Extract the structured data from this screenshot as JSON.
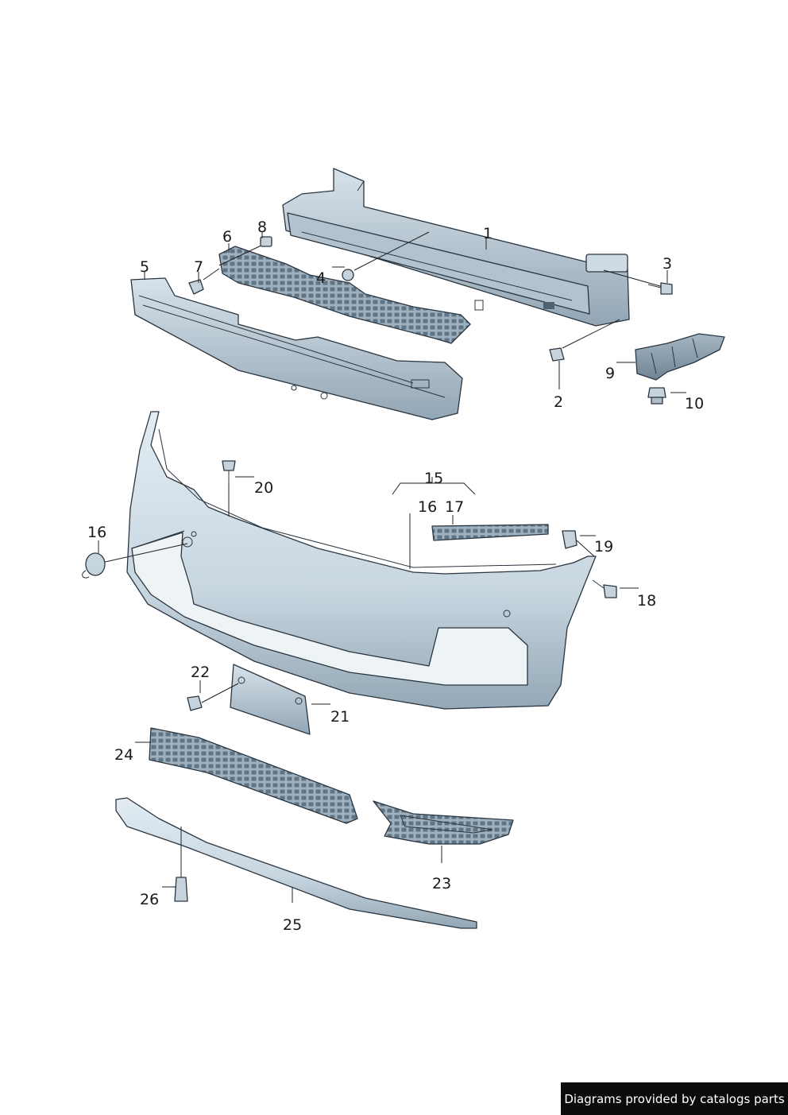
{
  "callouts": [
    "1",
    "2",
    "3",
    "4",
    "5",
    "6",
    "7",
    "8",
    "9",
    "10",
    "15",
    "16",
    "17",
    "19",
    "18",
    "20",
    "16",
    "21",
    "22",
    "24",
    "23",
    "26",
    "25"
  ],
  "footer": {
    "text": "Diagrams provided by catalogs parts"
  },
  "colors": {
    "part_fill_light": "#dbe6ee",
    "part_fill_mid": "#b6c6d2",
    "part_fill_dark": "#7f93a3",
    "outline": "#2a3540",
    "footer_bg": "#0b0b0b",
    "footer_text": "#ffffff"
  }
}
